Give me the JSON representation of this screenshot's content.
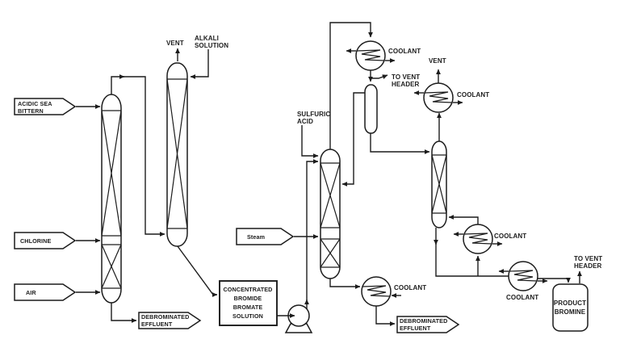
{
  "colors": {
    "line": "#1c1c1c",
    "background": "#ffffff"
  },
  "streams": {
    "acidic_sea_bittern": [
      "ACIDIC SEA",
      "BITTERN"
    ],
    "chlorine": "CHLORINE",
    "air": "AIR",
    "debrominated_effluent": [
      "DEBROMINATED",
      "EFFLUENT"
    ],
    "steam": "Steam"
  },
  "labels": {
    "vent": "VENT",
    "alkali_solution": [
      "ALKALI",
      "SOLUTION"
    ],
    "sulfuric_acid": [
      "SULFURIC",
      "ACID"
    ],
    "coolant": "COOLANT",
    "to_vent_header": [
      "TO VENT",
      "HEADER"
    ],
    "concentrated_solution": [
      "CONCENTRATED",
      "BROMIDE",
      "BROMATE",
      "SOLUTION"
    ],
    "product_bromine": [
      "PRODUCT",
      "BROMINE"
    ]
  }
}
